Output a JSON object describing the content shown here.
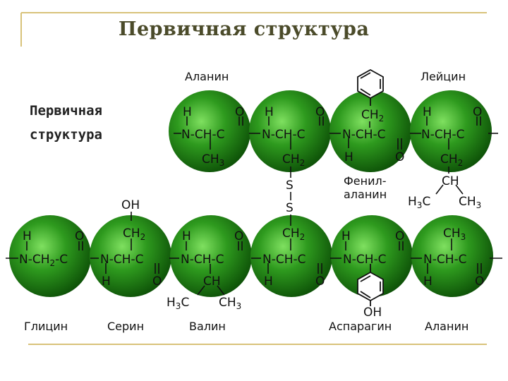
{
  "slide": {
    "title": "Первичная структура",
    "side_label_line1": "Первичная",
    "side_label_line2": "структура"
  },
  "amino_acids_top": [
    {
      "name": "Аланин"
    },
    {
      "name": ""
    },
    {
      "name": "Фенил-\nаланин"
    },
    {
      "name": "Лейцин"
    }
  ],
  "amino_acids_bottom": [
    {
      "name": "Глицин"
    },
    {
      "name": "Серин"
    },
    {
      "name": "Валин"
    },
    {
      "name": ""
    },
    {
      "name": "Аспарагин"
    },
    {
      "name": "Аланин"
    }
  ],
  "labels": {
    "alanine_top": "Аланин",
    "leucine_top": "Лейцин",
    "phenyl_1": "Фенил-",
    "phenyl_2": "аланин",
    "glycine": "Глицин",
    "serine": "Серин",
    "valine": "Валин",
    "asparagine": "Аспарагин",
    "alanine_bottom": "Аланин"
  },
  "colors": {
    "sphere": "#2e9a1e",
    "sphere_dark": "#0e5208",
    "sphere_light": "#7fe060",
    "frame_line": "#d8c27a",
    "title": "#4b4b2a"
  }
}
